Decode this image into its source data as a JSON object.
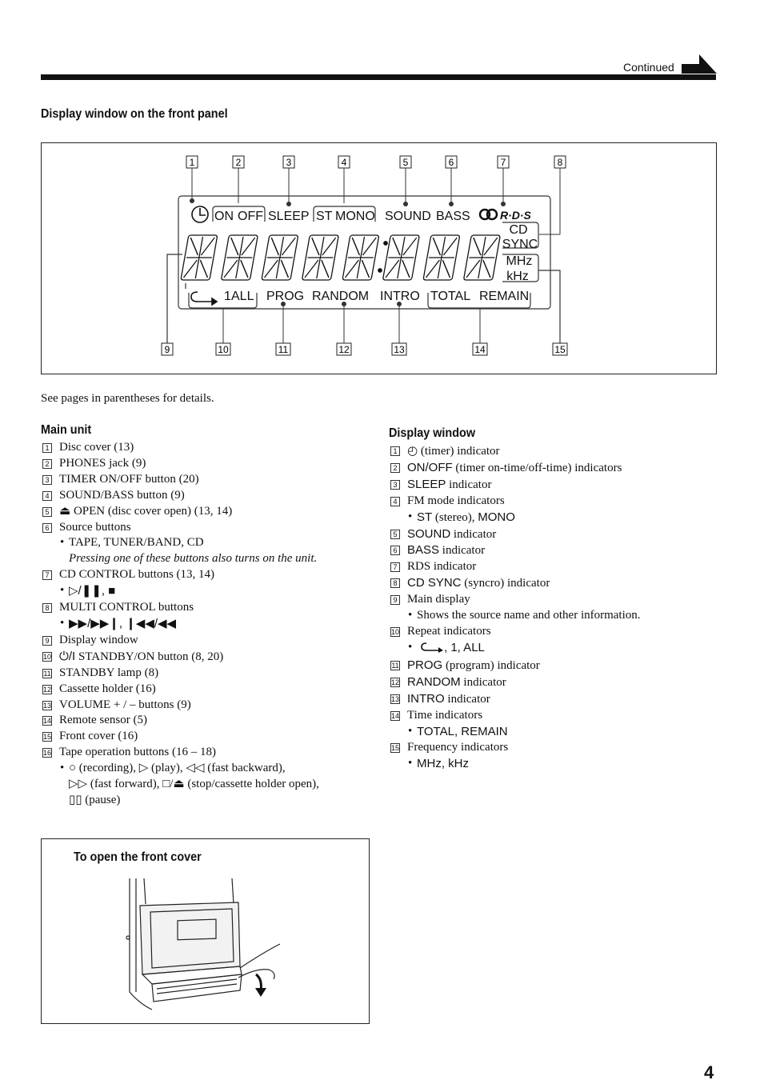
{
  "header": {
    "continued": "Continued"
  },
  "section_title": "Display window on the front panel",
  "diagram": {
    "top_callouts": [
      "1",
      "2",
      "3",
      "4",
      "5",
      "6",
      "7",
      "8"
    ],
    "bottom_callouts": [
      "9",
      "10",
      "11",
      "12",
      "13",
      "14",
      "15"
    ],
    "lcd_row1": [
      "ON",
      "OFF",
      "SLEEP",
      "ST",
      "MONO",
      "SOUND",
      "BASS",
      "R·D·S"
    ],
    "lcd_right": [
      "CD",
      "SYNC",
      "MHz",
      "kHz"
    ],
    "lcd_row3": [
      "1",
      "ALL",
      "PROG",
      "RANDOM",
      "INTRO",
      "TOTAL",
      "REMAIN"
    ]
  },
  "see_pages": "See pages in parentheses for details.",
  "main_unit": {
    "heading": "Main unit",
    "items": [
      {
        "n": "1",
        "text": "Disc cover (13)"
      },
      {
        "n": "2",
        "text": "PHONES jack (9)"
      },
      {
        "n": "3",
        "text": "TIMER ON/OFF button (20)"
      },
      {
        "n": "4",
        "text": "SOUND/BASS button (9)"
      },
      {
        "n": "5",
        "symbol": "⏏",
        "text": " OPEN (disc cover open) (13, 14)"
      },
      {
        "n": "6",
        "text": "Source buttons"
      },
      {
        "n": "7",
        "text": "CD CONTROL buttons (13, 14)"
      },
      {
        "n": "8",
        "text": "MULTI CONTROL buttons"
      },
      {
        "n": "9",
        "text": "Display window"
      },
      {
        "n": "10",
        "symbol": "⏻/I",
        "text": " STANDBY/ON button (8, 20)"
      },
      {
        "n": "11",
        "text": "STANDBY lamp (8)"
      },
      {
        "n": "12",
        "text": "Cassette holder (16)"
      },
      {
        "n": "13",
        "text": "VOLUME + / – buttons (9)"
      },
      {
        "n": "14",
        "text": "Remote sensor (5)"
      },
      {
        "n": "15",
        "text": "Front cover (16)"
      },
      {
        "n": "16",
        "text": "Tape operation buttons (16 – 18)"
      }
    ],
    "source_sub": "TAPE, TUNER/BAND, CD",
    "source_note": "Pressing one of these buttons also turns on the unit.",
    "cd_sub": "▷/❚❚, ■",
    "multi_sub": "▶▶/▶▶❙, ❙◀◀/◀◀",
    "tape_sub1": "○ (recording), ▷ (play), ◁◁ (fast backward),",
    "tape_sub2": "▷▷ (fast forward), □/⏏ (stop/cassette holder open),",
    "tape_sub3": "▯▯ (pause)"
  },
  "display_window": {
    "heading": "Display window",
    "items": [
      {
        "n": "1",
        "symbol": "◴",
        "text": " (timer) indicator"
      },
      {
        "n": "2",
        "sans": "ON/OFF",
        "text": " (timer on-time/off-time) indicators"
      },
      {
        "n": "3",
        "sans": "SLEEP",
        "text": " indicator"
      },
      {
        "n": "4",
        "text": "FM mode indicators"
      },
      {
        "n": "5",
        "sans": "SOUND",
        "text": " indicator"
      },
      {
        "n": "6",
        "sans": "BASS",
        "text": " indicator"
      },
      {
        "n": "7",
        "text": "RDS indicator"
      },
      {
        "n": "8",
        "sans": "CD SYNC",
        "text": " (syncro) indicator"
      },
      {
        "n": "9",
        "text": "Main display"
      },
      {
        "n": "10",
        "text": "Repeat indicators"
      },
      {
        "n": "11",
        "sans": "PROG",
        "text": " (program) indicator"
      },
      {
        "n": "12",
        "sans": "RANDOM",
        "text": " indicator"
      },
      {
        "n": "13",
        "sans": "INTRO",
        "text": " indicator"
      },
      {
        "n": "14",
        "text": "Time indicators"
      },
      {
        "n": "15",
        "text": "Frequency indicators"
      }
    ],
    "fm_sub_a": "ST",
    "fm_sub_b": " (stereo), ",
    "fm_sub_c": "MONO",
    "main_sub": "Shows the source name and other information.",
    "repeat_sub": ", 1, ALL",
    "time_sub": "TOTAL, REMAIN",
    "freq_sub": "MHz, kHz"
  },
  "cover": {
    "title": "To open the front cover"
  },
  "page_number": "4"
}
